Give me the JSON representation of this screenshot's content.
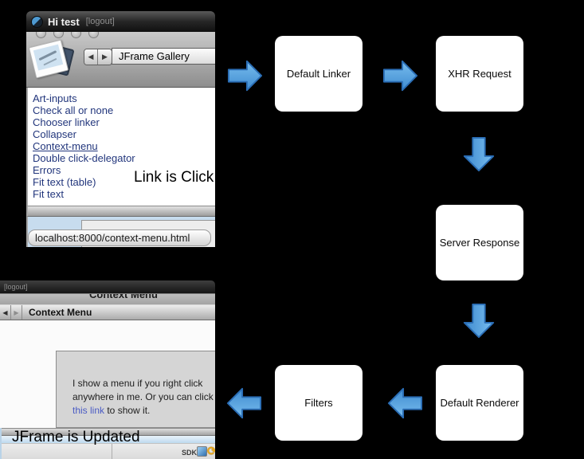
{
  "flow": {
    "boxes": [
      {
        "label": "Default Linker"
      },
      {
        "label": "XHR Request"
      },
      {
        "label": "Server Response"
      },
      {
        "label": "Default Renderer"
      },
      {
        "label": "Filters"
      }
    ],
    "arrow_fill_top": "#79bdee",
    "arrow_fill_bottom": "#3e8bd0",
    "arrow_stroke": "#2a6db5"
  },
  "annotations": {
    "link_clicked": "Link is Click",
    "jframe_updated": "JFrame is Updated"
  },
  "top_window": {
    "title": "Hi test",
    "logout": "[logout]",
    "back_glyph": "◀",
    "forward_glyph": "▶",
    "nav_title": "JFrame Gallery",
    "links": [
      "Art-inputs",
      "Check all or none",
      "Chooser linker",
      "Collapser",
      "Context-menu",
      "Double click-delegator",
      "Errors",
      "Fit text (table)",
      "Fit text"
    ],
    "status_url": "localhost:8000/context-menu.html",
    "link_color": "#22367c"
  },
  "bottom_window": {
    "logout": "[logout]",
    "clipped_heading": "Context Menu",
    "back_glyph": "◀",
    "forward_glyph": "▶",
    "toolbar_title": "Context Menu",
    "panel_line1": "I show a menu if you right click",
    "panel_line2": "anywhere in me. Or you can click",
    "panel_link": "this link",
    "panel_line3": " to show it.",
    "status_label": "SDK",
    "refresh_glyph": "⟳"
  }
}
